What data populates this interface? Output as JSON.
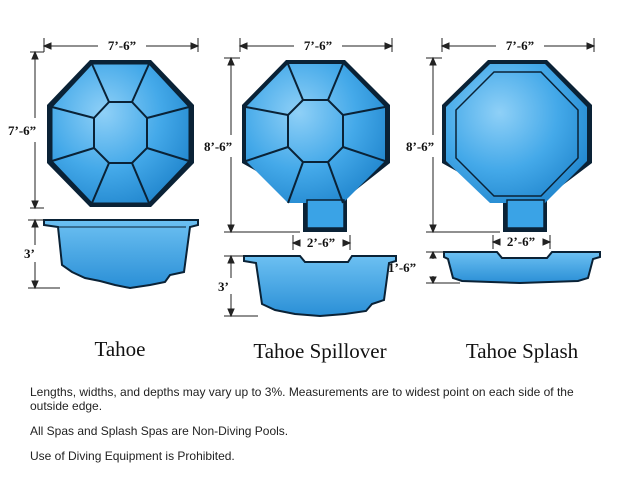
{
  "colors": {
    "water": "#3aa3e6",
    "water_light": "#8fd0f7",
    "outline": "#0a2236",
    "dimension_line": "#222222"
  },
  "pools": [
    {
      "name": "Tahoe",
      "width": "7’-6”",
      "length": "7’-6”",
      "depth": "3’"
    },
    {
      "name": "Tahoe Spillover",
      "width": "7’-6”",
      "length": "8’-6”",
      "depth": "3’",
      "spillway_width": "2’-6”"
    },
    {
      "name": "Tahoe Splash",
      "width": "7’-6”",
      "length": "8’-6”",
      "depth": "1’-6”",
      "spillway_width": "2’-6”"
    }
  ],
  "notes": [
    "Lengths, widths, and depths may vary up to 3%. Measurements are to widest point on each side of the outside edge.",
    "All Spas and Splash Spas are Non-Diving Pools.",
    "Use of Diving Equipment is Prohibited."
  ]
}
